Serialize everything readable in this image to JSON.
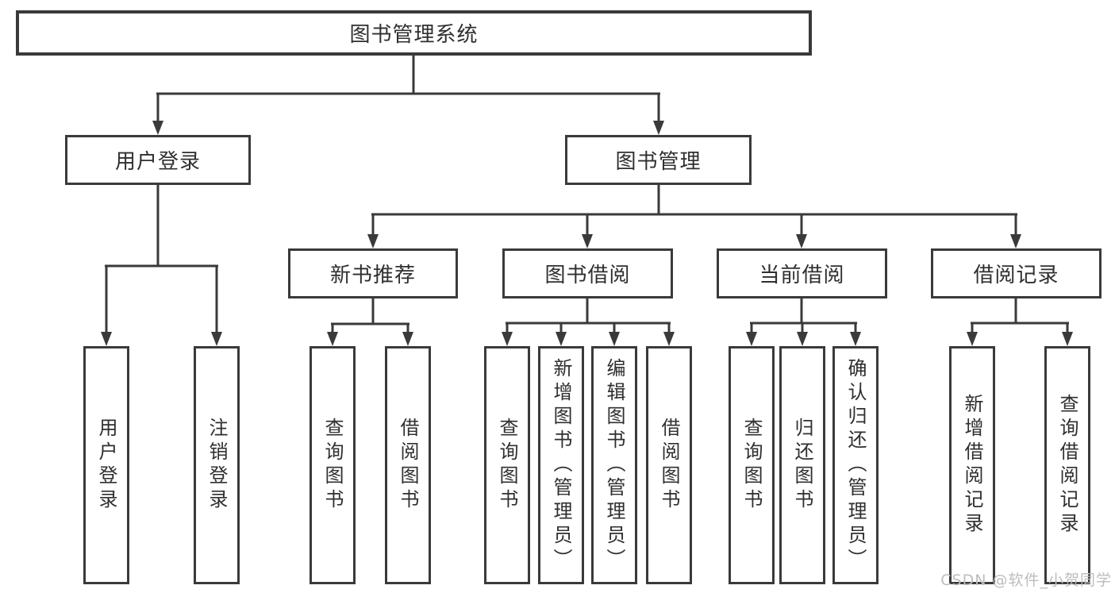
{
  "root": {
    "label": "图书管理系统"
  },
  "branches": [
    {
      "label": "用户登录",
      "children": [
        "用户登录",
        "注销登录"
      ]
    },
    {
      "label": "图书管理",
      "sections": [
        {
          "label": "新书推荐",
          "children": [
            "查询图书",
            "借阅图书"
          ]
        },
        {
          "label": "图书借阅",
          "children": [
            "查询图书",
            "新增图书（管理员）",
            "编辑图书（管理员）",
            "借阅图书"
          ]
        },
        {
          "label": "当前借阅",
          "children": [
            "查询图书",
            "归还图书",
            "确认归还（管理员）"
          ]
        },
        {
          "label": "借阅记录",
          "children": [
            "新增借阅记录",
            "查询借阅记录"
          ]
        }
      ]
    }
  ],
  "watermark": "CSDN @软件_小贺同学",
  "colors": {
    "line": "#3a3a3a",
    "text": "#2f2f2f",
    "watermark": "#bdbdbd",
    "background": "#ffffff"
  }
}
